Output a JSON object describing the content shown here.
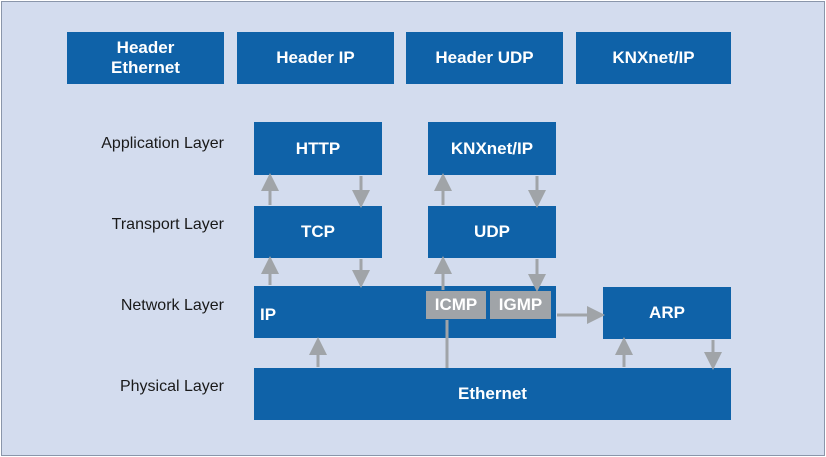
{
  "headers": [
    "Header\nEthernet",
    "Header IP",
    "Header UDP",
    "KNXnet/IP"
  ],
  "layers": {
    "application": "Application Layer",
    "transport": "Transport Layer",
    "network": "Network Layer",
    "physical": "Physical Layer"
  },
  "boxes": {
    "http": "HTTP",
    "knxnet": "KNXnet/IP",
    "tcp": "TCP",
    "udp": "UDP",
    "ip": "IP",
    "icmp": "ICMP",
    "igmp": "IGMP",
    "arp": "ARP",
    "ethernet": "Ethernet"
  },
  "colors": {
    "box": "#0f62a8",
    "sub_box": "#a0a4a8",
    "background": "#d3dcee",
    "arrow": "#a0a4a8"
  }
}
